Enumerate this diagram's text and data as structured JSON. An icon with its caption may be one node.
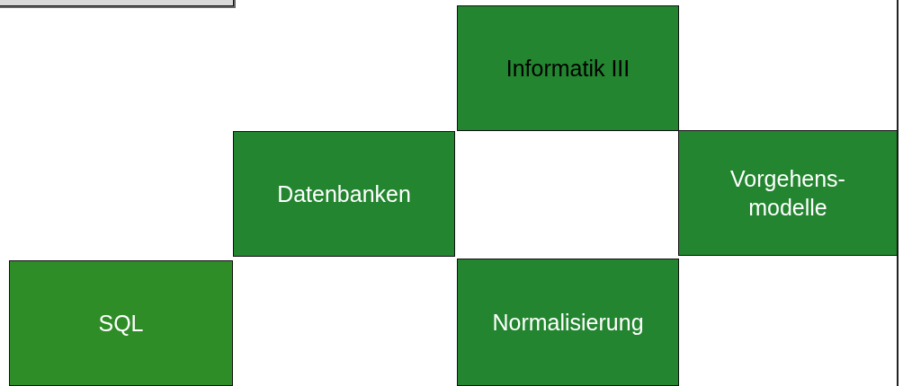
{
  "diagram": {
    "nodes": [
      {
        "text": [],
        "shape": "box"
      },
      {
        "text": [
          "Informatik III"
        ]
      },
      {
        "text": [
          "Datenbanken"
        ]
      },
      {
        "text": [
          "Vorgehens- modelle"
        ]
      },
      {
        "text": [
          "SQL"
        ]
      },
      {
        "text": [
          "Normalisierung"
        ]
      }
    ]
  }
}
